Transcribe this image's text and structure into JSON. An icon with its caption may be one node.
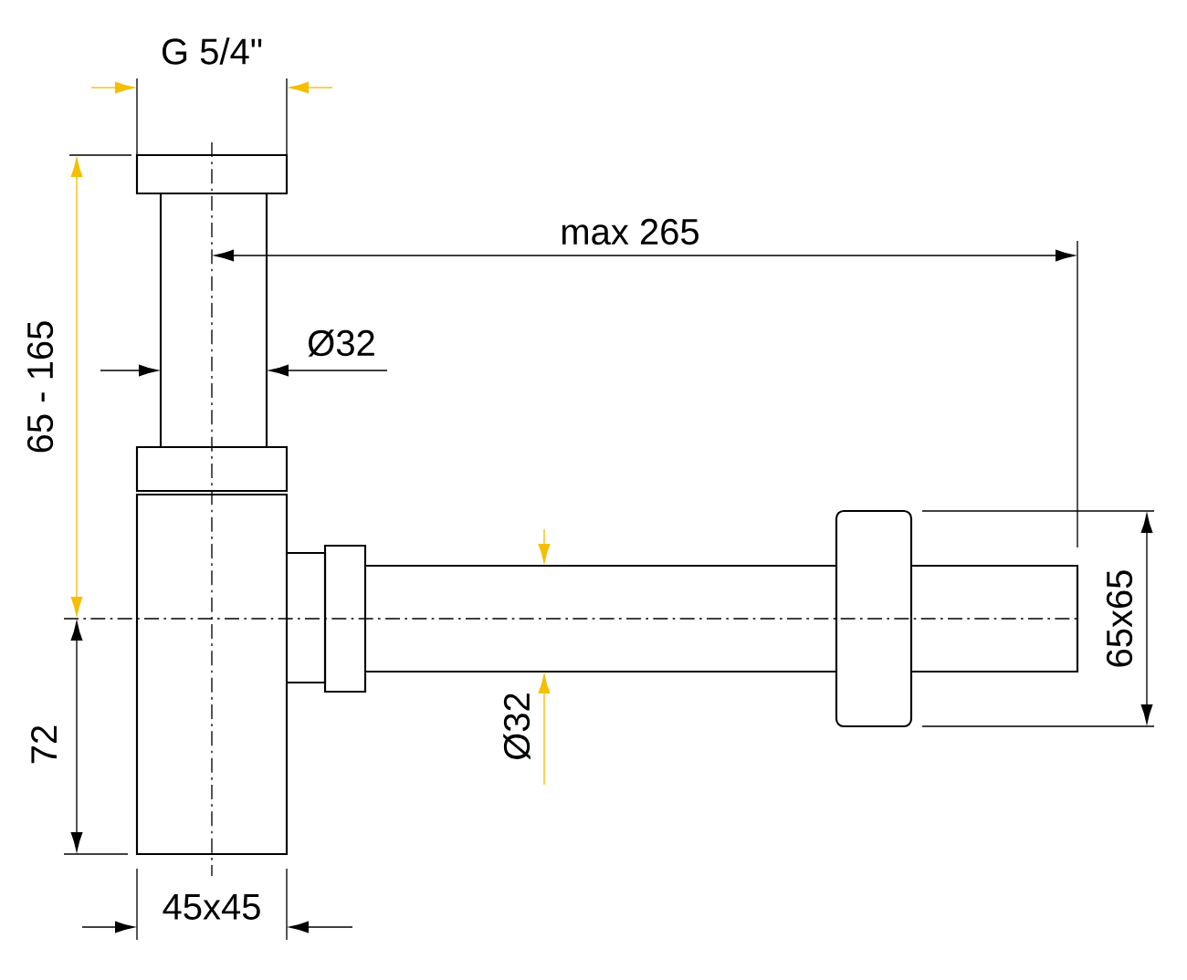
{
  "diagram": {
    "labels": [
      "G 5/4\"",
      "max 265",
      "Ø32",
      "65 - 165",
      "65x65",
      "72",
      "Ø32",
      "45x45"
    ]
  }
}
